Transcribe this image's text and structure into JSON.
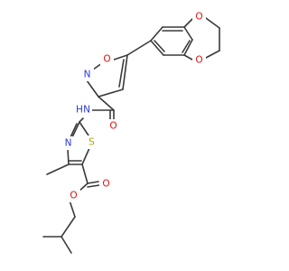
{
  "structure": {
    "atoms": {
      "o_diox_1": "O",
      "o_diox_2": "O",
      "o_isox": "O",
      "n_isox": "N",
      "nh_label": "H",
      "nh_n": "N",
      "o_amide": "O",
      "n_thz": "N",
      "s_thz": "S",
      "o_ester_carbonyl": "O",
      "o_ester_ether": "O"
    },
    "colors": {
      "bond": "#3a3a3a",
      "oxygen": "#e01010",
      "nitrogen": "#2a3ad8",
      "sulfur": "#b8a400"
    }
  }
}
